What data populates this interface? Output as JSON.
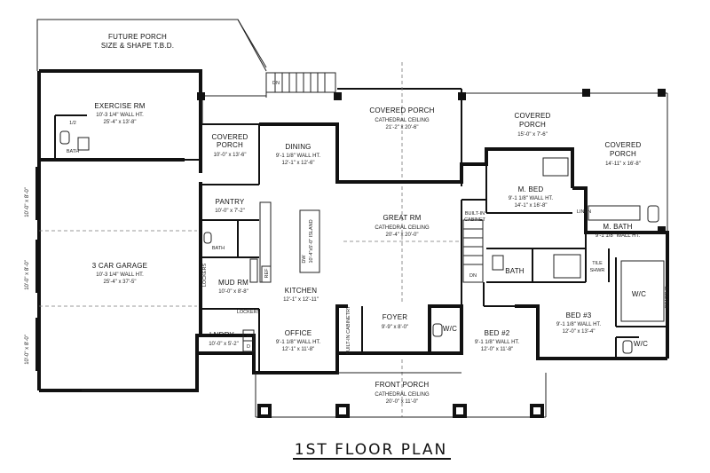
{
  "plan_title": "1ST FLOOR PLAN",
  "future_porch": {
    "line1": "FUTURE PORCH",
    "line2": "SIZE & SHAPE T.B.D."
  },
  "stair_label_top": "DN",
  "stair_label_mid": "DN",
  "rooms": {
    "exercise": {
      "name": "EXERCISE RM",
      "l1": "10'-3 1/4\" WALL HT.",
      "l2": "25'-4\" x 13'-8\""
    },
    "garage": {
      "name": "3 CAR GARAGE",
      "l1": "10'-3 1/4\" WALL HT.",
      "l2": "25'-4\" x 37'-5\""
    },
    "half_bath": {
      "name": "1/2",
      "l2": "BATH"
    },
    "covered_porch_w": {
      "name1": "COVERED",
      "name2": "PORCH",
      "l1": "10'-0\" x 13'-6\""
    },
    "dining": {
      "name": "DINING",
      "l1": "9'-1 1/8\" WALL HT.",
      "l2": "12'-1\" x 12'-6\""
    },
    "covered_porch_top": {
      "name": "COVERED PORCH",
      "l1": "CATHEDRAL CEILING",
      "l2": "21'-2\" x 20'-6\""
    },
    "covered_porch_ne": {
      "name1": "COVERED",
      "name2": "PORCH",
      "l1": "15'-0\" x 7'-6\""
    },
    "covered_porch_e": {
      "name1": "COVERED",
      "name2": "PORCH",
      "l1": "14'-11\" x 16'-8\""
    },
    "pantry": {
      "name": "PANTRY",
      "l1": "10'-0\" x 7'-2\""
    },
    "great_rm": {
      "name": "GREAT RM",
      "l1": "CATHEDRAL CEILING",
      "l2": "20'-4\" x 20'-0\""
    },
    "master_bed": {
      "name": "M. BED",
      "l1": "9'-1 1/8\" WALL HT.",
      "l2": "14'-1\" x 16'-8\""
    },
    "master_bath": {
      "name": "M. BATH",
      "l1": "9'-1 1/8\" WALL HT."
    },
    "linen": {
      "name": "LINEN"
    },
    "bath_small": {
      "name": "BATH"
    },
    "mud_rm": {
      "name": "MUD RM",
      "l1": "10'-0\" x 8'-8\""
    },
    "kitchen": {
      "name": "KITCHEN",
      "l1": "12'-1\" x 12'-11\""
    },
    "island": {
      "name": "10'-4\"x5'-0\" ISLAND"
    },
    "dw": {
      "name": "DW"
    },
    "ref": {
      "name": "REF"
    },
    "lockers_l": {
      "name": "LOCKERS"
    },
    "lockers_r": {
      "name": "LOCKERS"
    },
    "laundry": {
      "name": "LNDRY",
      "l1": "10'-0\" x 5'-2\""
    },
    "office": {
      "name": "OFFICE",
      "l1": "9'-1 1/8\" WALL HT.",
      "l2": "12'-1\" x 11'-8\""
    },
    "builtin_cab_office": {
      "name": "BUILT-IN CABINETRY"
    },
    "foyer": {
      "name": "FOYER",
      "l1": "9'-9\" x 8'-0\""
    },
    "wic_bed2": {
      "name": "W/C"
    },
    "bed2": {
      "name": "BED #2",
      "l1": "9'-1 1/8\" WALL HT.",
      "l2": "12'-0\" x 11'-8\""
    },
    "bath_main": {
      "name": "BATH"
    },
    "builtin_cabinet": {
      "name1": "BUILT-IN",
      "name2": "CABINET"
    },
    "tile_shower": {
      "name1": "TILE",
      "name2": "SHWR"
    },
    "wic_master": {
      "name": "W/C"
    },
    "shelves": {
      "name": "SHELVES"
    },
    "bed3": {
      "name": "BED #3",
      "l1": "9'-1 1/8\" WALL HT.",
      "l2": "12'-0\" x 13'-4\""
    },
    "wic_bed3": {
      "name": "W/C"
    },
    "front_porch": {
      "name": "FRONT PORCH",
      "l1": "CATHEDRAL CEILING",
      "l2": "20'-0\" x 11'-0\""
    },
    "w_machine": {
      "name": "W"
    },
    "d_machine": {
      "name": "D"
    }
  },
  "dimensions_left": [
    "10'-0\" x 8'-0\"",
    "10'-0\" x 8'-0\"",
    "10'-0\" x 8'-0\""
  ]
}
